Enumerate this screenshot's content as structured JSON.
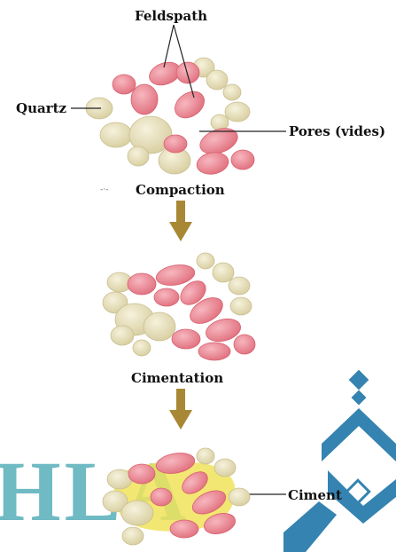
{
  "labels": {
    "feldspath": "Feldspath",
    "quartz": "Quartz",
    "pores": "Pores (vides)",
    "compaction": "Compaction",
    "cimentation": "Cimentation",
    "ciment": "Ciment"
  },
  "watermark": {
    "text": "HLA"
  },
  "colors": {
    "quartz": "#e3dcb5",
    "quartz_edge": "#c9bf91",
    "feldspath": "#ee8c98",
    "feldspath_edge": "#d8606f",
    "ciment": "#f1e35a",
    "arrow": "#a88834",
    "watermark": "#5fb3bd",
    "watermark_dark": "#1f75a8"
  }
}
